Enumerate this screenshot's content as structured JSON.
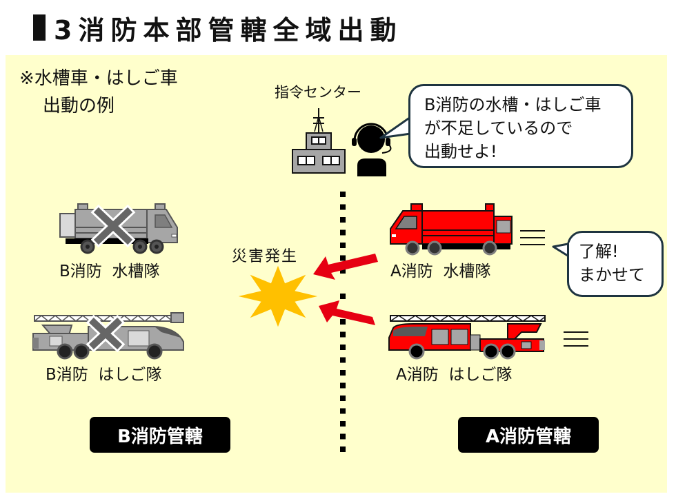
{
  "title": "3消防本部管轄全域出動",
  "note": {
    "line1": "※水槽車・はしご車",
    "line2": "出動の例"
  },
  "command_center": {
    "label": "指令センター",
    "speech": [
      "B消防の水槽・はしご車",
      "が不足しているので",
      "出動せよ!"
    ]
  },
  "disaster": {
    "label": "災害発生"
  },
  "units": {
    "b_water_tanker": {
      "label": "B消防  水槽隊",
      "status": "unavailable",
      "color": "#a6a6a6"
    },
    "b_ladder": {
      "label": "B消防  はしご隊",
      "status": "unavailable",
      "color": "#a6a6a6"
    },
    "a_water_tanker": {
      "label": "A消防  水槽隊",
      "status": "dispatched",
      "color": "#ff0000"
    },
    "a_ladder": {
      "label": "A消防  はしご隊",
      "status": "dispatched",
      "color": "#ff0000"
    }
  },
  "reply": {
    "lines": [
      "了解!",
      "まかせて"
    ]
  },
  "jurisdictions": {
    "b": "B消防管轄",
    "a": "A消防管轄"
  },
  "colors": {
    "panel": "#ffffcc",
    "fire_red": "#ff0000",
    "arrow_red": "#e60012",
    "star_yellow": "#ffc000",
    "disabled_gray": "#a6a6a6",
    "bubble_border": "#1e3440"
  }
}
